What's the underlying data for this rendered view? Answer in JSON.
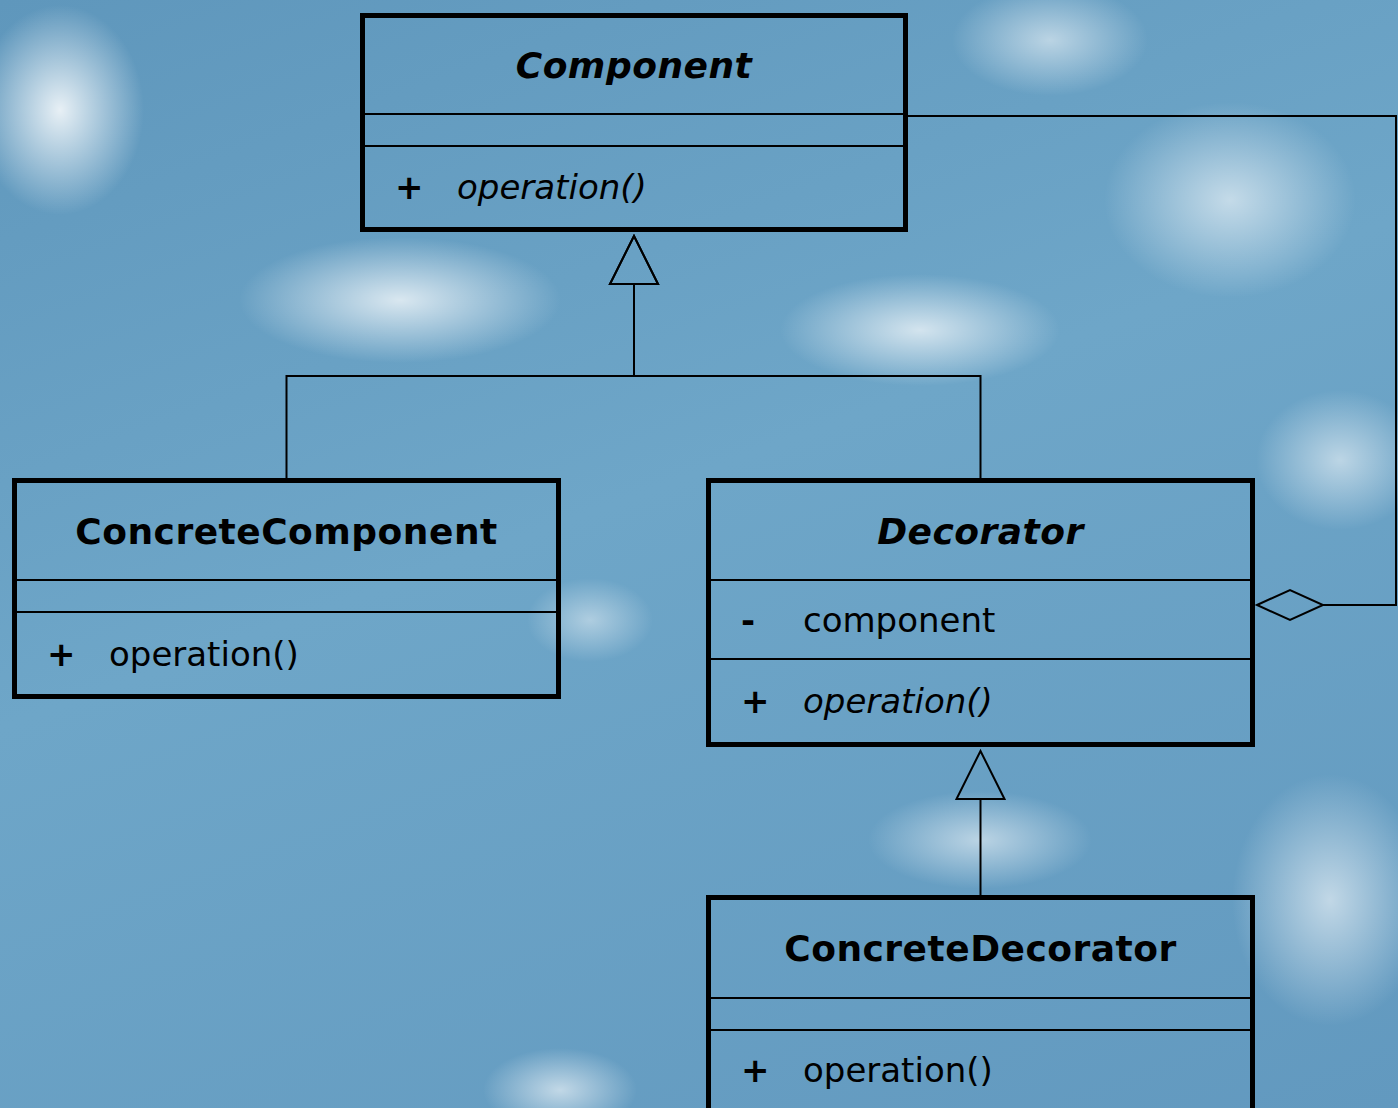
{
  "diagram": {
    "nodes": [
      {
        "text": [
          "Component",
          "+",
          "operation()"
        ]
      },
      {
        "text": [
          "ConcreteComponent",
          "+",
          "operation()"
        ]
      },
      {
        "text": [
          "Decorator",
          "-",
          "component",
          "+",
          "operation()"
        ]
      },
      {
        "text": [
          "ConcreteDecorator",
          "+",
          "operation()"
        ]
      }
    ],
    "edges": [
      {
        "from": 1,
        "to": 0,
        "arrow": "to"
      },
      {
        "from": 2,
        "to": 0,
        "arrow": "to"
      },
      {
        "from": 3,
        "to": 2,
        "arrow": "to"
      },
      {
        "from": 0,
        "to": 2,
        "arrow": "to"
      }
    ]
  }
}
